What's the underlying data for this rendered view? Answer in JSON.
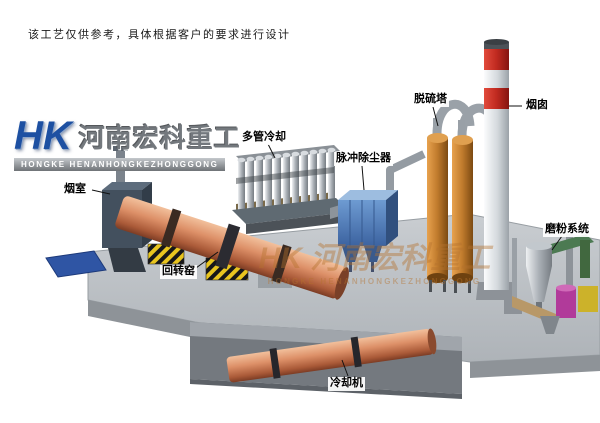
{
  "header": {
    "disclaimer": "该工艺仅供参考，具体根据客户的要求进行设计"
  },
  "logo": {
    "monogram": "HK",
    "company_cn": "河南宏科重工",
    "company_en": "HONGKE HENANHONGKEZHONGGONG"
  },
  "watermark": {
    "text_cn": "HK 河南宏科重工",
    "text_en": "HONGKE HENANHONGKEZHONGGONG"
  },
  "labels": {
    "smoke_chamber": "烟室",
    "multi_tube_cooler": "多管冷却",
    "pulse_dust_collector": "脉冲除尘器",
    "desulfurization_tower": "脱硫塔",
    "chimney": "烟囱",
    "grinding_system": "磨粉系统",
    "rotary_kiln": "回转窑",
    "cooling_machine": "冷却机"
  },
  "colors": {
    "kiln_salmon": "#dd9068",
    "dust_collector_blue": "#4a78b4",
    "tower_orange": "#bf7a2c",
    "chimney_band_red": "#c02a20",
    "platform_gray": "#bfc3c7",
    "hazard_yellow": "#e9c51f",
    "logo_blue": "#1d50a2",
    "watermark_orange": "#b5722e"
  }
}
